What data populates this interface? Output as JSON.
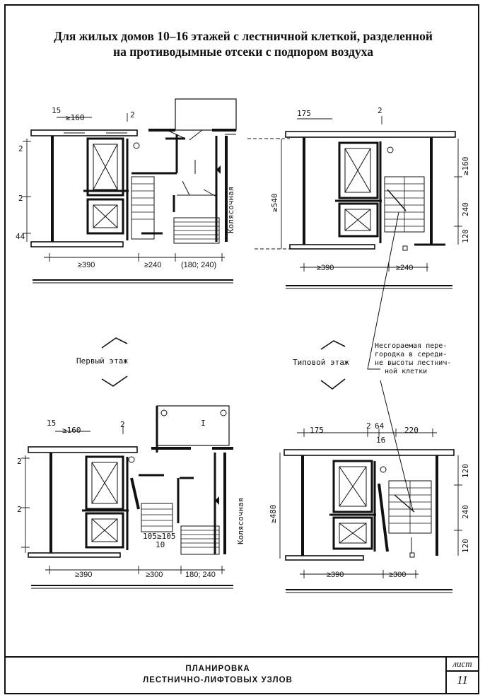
{
  "title": {
    "line1": "Для жилых домов   10–16 этажей с лестничной клеткой, разделенной",
    "line2": "на противодымные отсеки с подпором воздуха"
  },
  "floors": {
    "first": "Первый этаж",
    "typical": "Типовой этаж"
  },
  "labels": {
    "stroller": "Колясочная",
    "room_mark": "I",
    "partition_note": [
      "Несгораемая пере-",
      "городка в середи-",
      "не высоты лестнич-",
      "ной клетки"
    ]
  },
  "dimensions": {
    "plan1": {
      "top_a": "15",
      "top_b": "≥160",
      "top_c": "2",
      "left_a": "2",
      "left_b": "2",
      "left_c": "44",
      "bottom": [
        "≥390",
        "≥240",
        "(180; 240)"
      ]
    },
    "plan2": {
      "top_a": "175",
      "top_b": "2",
      "left": "≥540",
      "right": [
        "≥160",
        "240",
        "120"
      ],
      "bottom": [
        "≥390",
        "≥240"
      ]
    },
    "plan3": {
      "top_a": "15",
      "top_b": "≥160",
      "top_c": "2",
      "left_a": "2",
      "left_b": "2",
      "inner_a": "105",
      "inner_b": "≥105",
      "inner_c": "10",
      "bottom": [
        "≥390",
        "≥300",
        "180; 240"
      ]
    },
    "plan4": {
      "top": [
        "175",
        "2",
        "64",
        "16",
        "220"
      ],
      "left": "≥480",
      "right": [
        "120",
        "240",
        "120"
      ],
      "bottom": [
        "≥390",
        "≥300"
      ]
    }
  },
  "stamp": {
    "line1": "ПЛАНИРОВКА",
    "line2": "ЛЕСТНИЧНО-ЛИФТОВЫХ УЗЛОВ",
    "sheet_label": "лист",
    "sheet_number": "11"
  }
}
